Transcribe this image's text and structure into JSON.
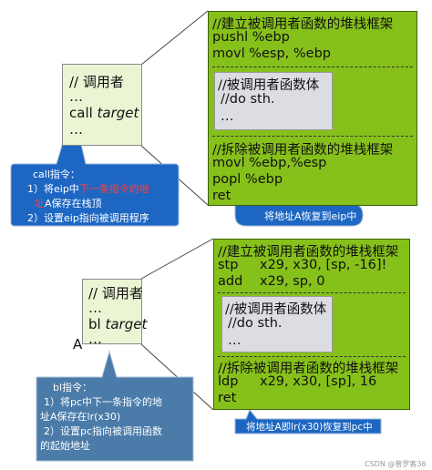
{
  "section1": {
    "caller_lines": [
      "// 调用者",
      "…",
      "call ",
      "target",
      "…"
    ],
    "callee": {
      "setup_comment": "//建立被调用者函数的堆栈框架",
      "setup_lines": [
        "pushl %ebp",
        "movl %esp, %ebp"
      ],
      "body_comment": "//被调用者函数体",
      "body_lines": [
        "//do sth.",
        "…"
      ],
      "teardown_comment": "//拆除被调用者函数的堆栈框架",
      "teardown_lines": [
        "movl %ebp,%esp",
        "popl %ebp",
        "ret"
      ]
    },
    "callout": {
      "title": "call指令：",
      "item1_prefix": "1）将eip中",
      "item1_highlight": "下一条指令的地",
      "item1_line2_highlight": "址",
      "item1_line2_rest": "A保存在栈顶",
      "item2": "2）设置eip指向被调用程序"
    },
    "ret_note": "将地址A恢复到eip中"
  },
  "section2": {
    "caller_lines": [
      "// 调用者",
      "…",
      "bl ",
      "target",
      "…"
    ],
    "label_a": "A",
    "callee": {
      "setup_comment": "//建立被调用者函数的堆栈框架",
      "setup_lines": [
        {
          "op": "stp",
          "args": "x29, x30, [sp, -16]!"
        },
        {
          "op": "add",
          "args": "x29, sp, 0"
        }
      ],
      "body_comment": "//被调用者函数体",
      "body_lines": [
        "//do sth.",
        "…"
      ],
      "teardown_comment": "//拆除被调用者函数的堆栈框架",
      "teardown_lines": [
        {
          "op": "ldp",
          "args": "x29, x30, [sp], 16"
        },
        {
          "op": "ret",
          "args": ""
        }
      ]
    },
    "callout": {
      "title": "bl指令：",
      "item1_line1": "1）将pc中下一条指令的地",
      "item1_line2": "址A保存在lr(x30)",
      "item2_line1": "2）设置pc指向被调用函数",
      "item2_line2": "的起始地址"
    },
    "ret_note": "将地址A即lr(x30)恢复到pc中"
  },
  "watermark": "CSDN @普罗客36",
  "colors": {
    "callee_green": "#86c01b",
    "caller_light_green": "#ebf5d4",
    "inner_gray": "#dcdde2",
    "callout_blue": "#1d67c3",
    "callout_steel": "#4a7ba9",
    "highlight_red": "#ff3c3c"
  }
}
